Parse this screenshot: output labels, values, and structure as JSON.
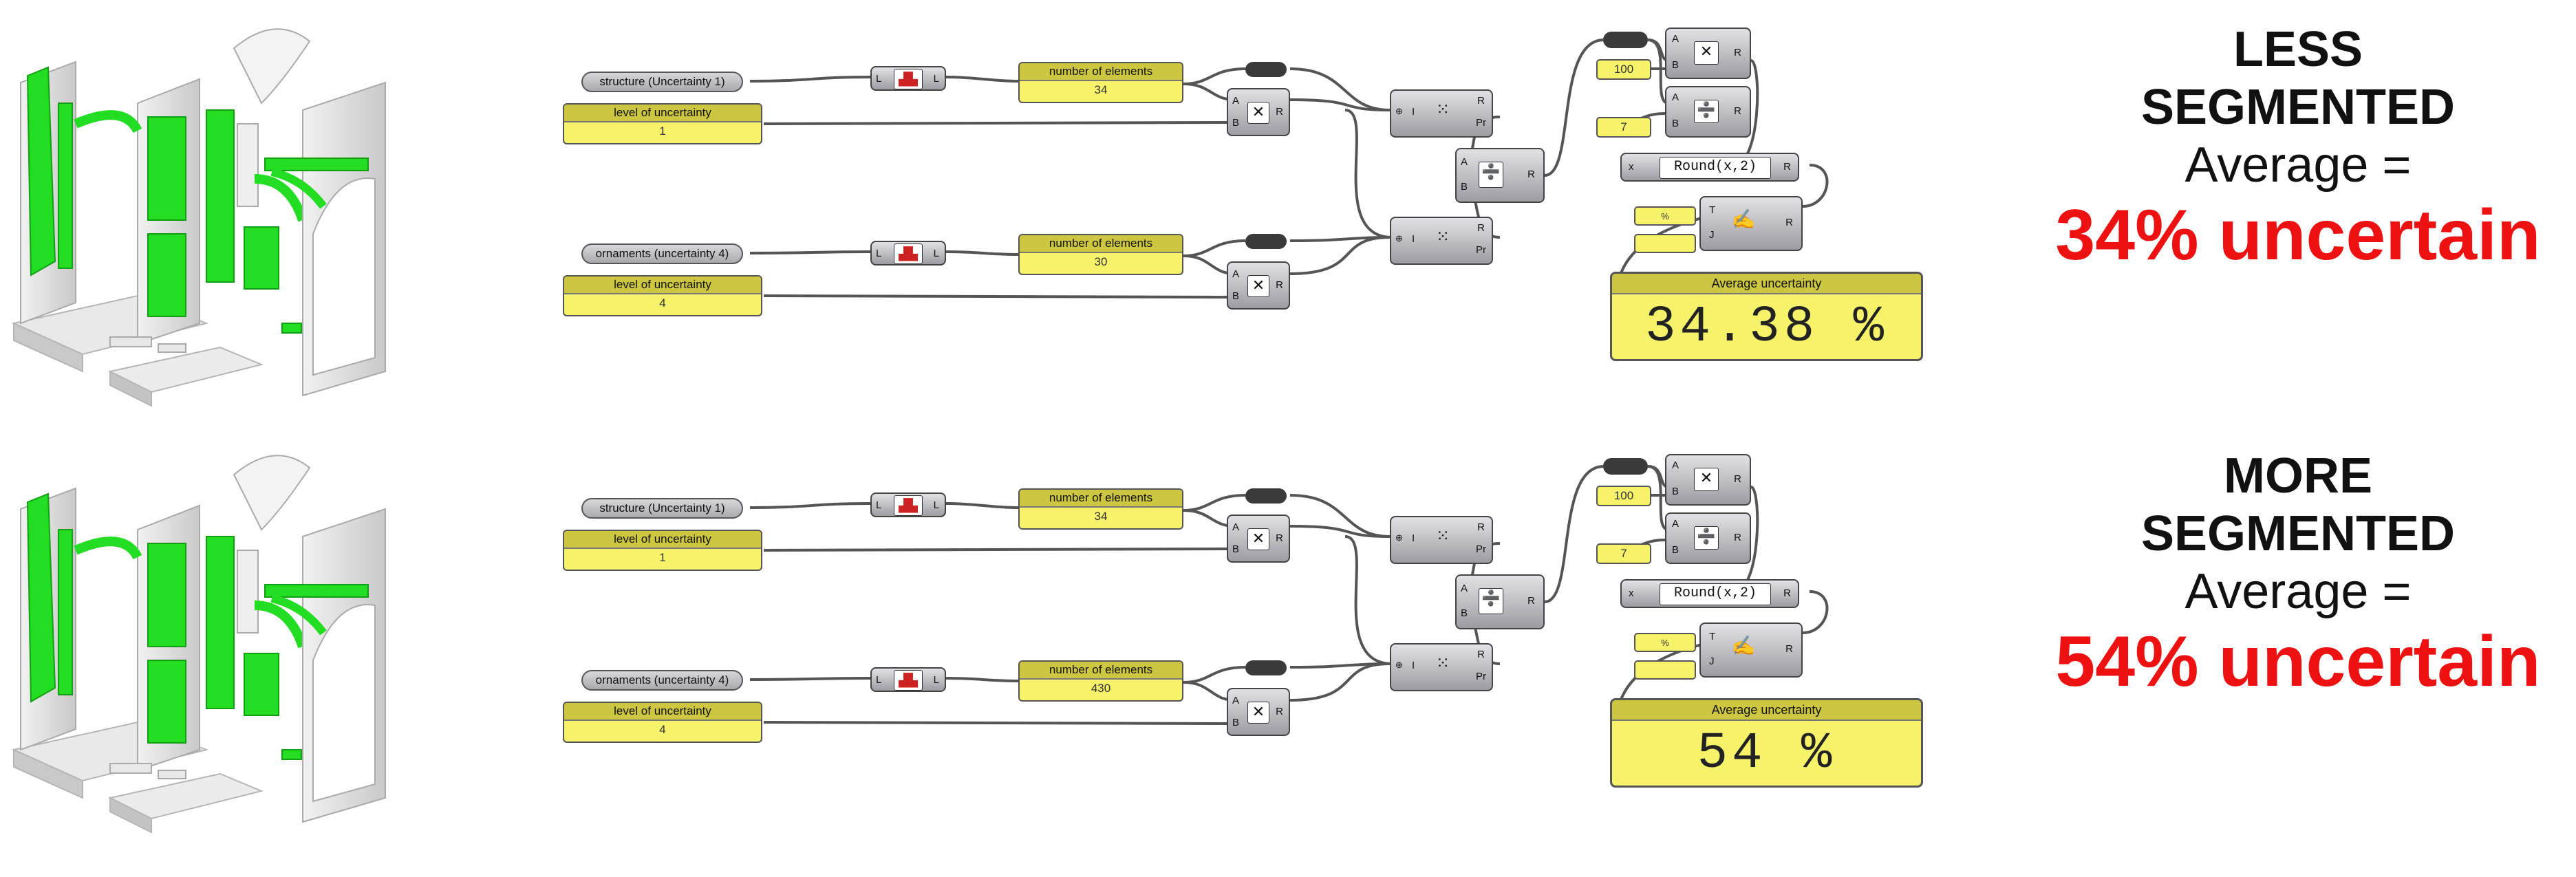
{
  "colors": {
    "result": "#ee1111",
    "panel": "#f6f26a",
    "panel_header": "#cdc640",
    "model_accent": "#22dd22"
  },
  "rows": [
    {
      "structure_label": "structure (Uncertainty 1)",
      "structure_level_title": "level of uncertainty",
      "structure_level": "1",
      "structure_count_title": "number of elements",
      "structure_count": "34",
      "ornaments_label": "ornaments (uncertainty 4)",
      "ornaments_level_title": "level of uncertainty",
      "ornaments_level": "4",
      "ornaments_count_title": "number of elements",
      "ornaments_count": "30",
      "const_100": "100",
      "const_7": "7",
      "round_x": "x",
      "round_expr": "Round(x,2)",
      "percent_symbol": "%",
      "avg_title": "Average uncertainty",
      "avg_value": "34.38 %",
      "caption_line1": "LESS",
      "caption_line2": "SEGMENTED",
      "caption_avg": "Average =",
      "caption_result": "34% uncertain"
    },
    {
      "structure_label": "structure (Uncertainty 1)",
      "structure_level_title": "level of uncertainty",
      "structure_level": "1",
      "structure_count_title": "number of elements",
      "structure_count": "34",
      "ornaments_label": "ornaments (uncertainty 4)",
      "ornaments_level_title": "level of uncertainty",
      "ornaments_level": "4",
      "ornaments_count_title": "number of elements",
      "ornaments_count": "430",
      "const_100": "100",
      "const_7": "7",
      "round_x": "x",
      "round_expr": "Round(x,2)",
      "percent_symbol": "%",
      "avg_title": "Average uncertainty",
      "avg_value": "54 %",
      "caption_line1": "MORE",
      "caption_line2": "SEGMENTED",
      "caption_avg": "Average =",
      "caption_result": "54% uncertain"
    }
  ],
  "ports": {
    "A": "A",
    "B": "B",
    "R": "R",
    "L": "L",
    "I": "I",
    "Pr": "Pr",
    "T": "T",
    "J": "J"
  },
  "icons": {
    "multiply": "multiply-icon",
    "divide": "divide-icon",
    "list_length": "list-length-icon",
    "sift": "sift-pattern-icon",
    "join": "text-join-icon"
  }
}
